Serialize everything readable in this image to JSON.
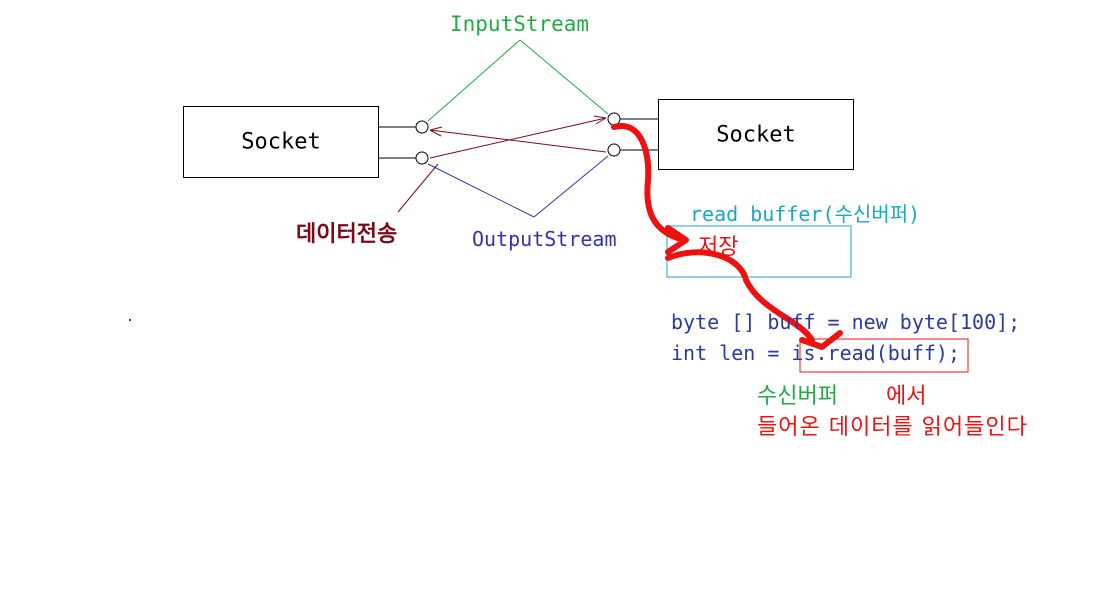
{
  "labels": {
    "input_stream": "InputStream",
    "output_stream": "OutputStream",
    "data_transfer": "데이터전송",
    "read_buffer": "read buffer(수신버퍼)",
    "store": "저장"
  },
  "sockets": {
    "left": "Socket",
    "right": "Socket"
  },
  "code": {
    "line1": "byte [] buff = new byte[100];",
    "line2_prefix": "int len = ",
    "line2_call": "is.read(buff)",
    "line2_suffix": ";"
  },
  "notes": {
    "line1_a": "수신버퍼",
    "line1_b": "에서",
    "line2": "들어온 데이터를 읽어들인다"
  },
  "colors": {
    "input_stream": "#22aa44",
    "output_stream": "#3333aa",
    "data_transfer": "#7a0a1a",
    "read_buffer": "#1aa7c7",
    "annotation_red": "#ee1111",
    "code": "#2a3aa0"
  }
}
